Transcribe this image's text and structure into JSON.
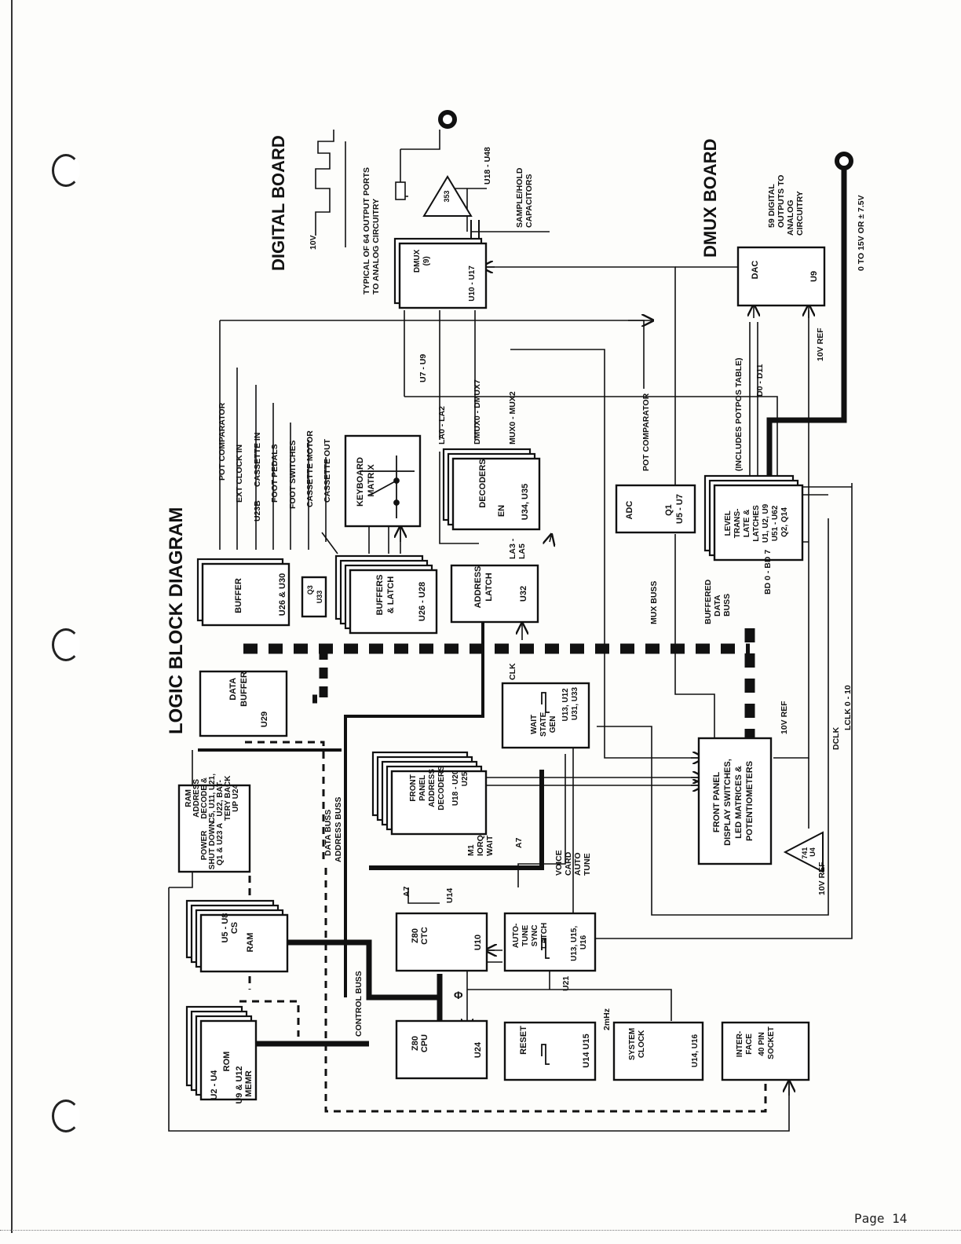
{
  "page_number": "Page 14",
  "titles": {
    "logic": "LOGIC BLOCK DIAGRAM",
    "digital": "DIGITAL BOARD",
    "dmux": "DMUX BOARD"
  },
  "blocks": {
    "rom": [
      "U2 - U4",
      "ROM",
      "U9 & U12",
      "MEMR"
    ],
    "ram": [
      "U5 - U8",
      "CS",
      "RAM"
    ],
    "ram_decode": [
      "RAM",
      "ADDRESS",
      "DECODE &",
      "C5, U11, U21,",
      "U22, BAT-",
      "TERY BACK",
      "UP U24",
      "POWER",
      "SHUT DOWN",
      "Q1 & U23 A"
    ],
    "data_buffer": [
      "DATA",
      "BUFFER",
      "U29"
    ],
    "buffer": [
      "BUFFER",
      "U26 & U30"
    ],
    "q3": [
      "Q3",
      "U33"
    ],
    "buffers_latch": [
      "BUFFERS",
      "& LATCH",
      "U26 - U28"
    ],
    "keyboard": [
      "KEYBOARD",
      "MATRIX"
    ],
    "address_latch": [
      "ADDRESS",
      "LATCH",
      "U32"
    ],
    "decoders": [
      "DECODERS",
      "EN",
      "U34, U35"
    ],
    "fp_decoders": [
      "FRONT",
      "PANEL",
      "ADDRESS",
      "DECODERS",
      "U18 - U20",
      "U25"
    ],
    "wait_state": [
      "WAIT",
      "STATE",
      "GEN",
      "U13, U12",
      "U31, U33"
    ],
    "adc": [
      "ADC",
      "Q1",
      "U5 - U7"
    ],
    "level_trans": [
      "LEVEL",
      "TRANS-",
      "LATE &",
      "LATCHES",
      "U1, U2, U9",
      "U51 - U62",
      "Q2, Q14"
    ],
    "dac": [
      "DAC",
      "U9"
    ],
    "dmux": [
      "DMUX",
      "(9)",
      "U10 - U17"
    ],
    "fp_display": [
      "FRONT PANEL",
      "DISPLAY SWITCHES,",
      "LED MATRICES &",
      "POTENTIOMETERS"
    ],
    "ctc": [
      "Z80",
      "CTC",
      "U10"
    ],
    "cpu": [
      "Z80",
      "CPU",
      "U24"
    ],
    "autotune": [
      "AUTO-",
      "TUNE",
      "SYNC",
      "LATCH",
      "U13, U15,",
      "U16"
    ],
    "reset": [
      "RESET",
      "U14 U15"
    ],
    "sys_clock": [
      "SYSTEM",
      "CLOCK",
      "U14, U16"
    ],
    "interface": [
      "INTER-",
      "FACE",
      "40 PIN",
      "SOCKET"
    ],
    "opamp741": [
      "741",
      "U4"
    ],
    "opamp353": "353"
  },
  "signals": {
    "pot_comparator": "POT COMPARATOR",
    "ext_clock": "EXT CLOCK IN",
    "u23b": "U23B",
    "cassette_in": "CASSETTE IN",
    "foot_pedals": "FOOT PEDALS",
    "foot_switches": "FOOT SWITCHES",
    "cassette_motor": "CASSETTE MOTOR",
    "cassette_out": "CASSETTE OUT",
    "la0_la2": "LA0 - LA2",
    "u7_u9": "U7 - U9",
    "dmux0_7": "DMUX0 - DMUX7",
    "mux0_2": "MUX0 - MUX2",
    "la3_la5": [
      "LA3 -",
      "LA5"
    ],
    "pot_comp2": "POT COMPARATOR",
    "includes_potpos": "(INCLUDES POTPOS TABLE)",
    "d0_d11": "D0 - D11",
    "ref10v_1": "10V REF",
    "ref10v_2": "10V REF",
    "ref10v_3": "10V REF",
    "mux_buss": "MUX BUSS",
    "buffered_data_buss": [
      "BUFFERED",
      "DATA",
      "BUSS"
    ],
    "bd": "BD 0 - BD 7",
    "dclk": "DCLK",
    "lclk": "LCLK  0 - 10",
    "clk": "CLK",
    "a7_1": "A7",
    "a7_2": "A7",
    "m1": [
      "M1",
      "IORQ",
      "WAIT"
    ],
    "data_buss": "DATA BUSS",
    "address_buss": "ADDRESS BUSS",
    "control_buss": "CONTROL BUSS",
    "voice_card": [
      "VOICE",
      "CARD",
      "AUTO",
      "TUNE"
    ],
    "phi": "Φ",
    "u14": "U14",
    "u21": "U21",
    "mhz2": "2mHz",
    "u18_u48": "U18 - U48",
    "sample_hold": [
      "SAMPLE/HOLD",
      "CAPACITORS"
    ],
    "typical": [
      "TYPICAL OF 64 OUTPUT PORTS",
      "TO ANALOG CIRCUITRY"
    ],
    "v10": "10V",
    "outputs59": [
      "59 DIGITAL",
      "OUTPUTS TO",
      "ANALOG",
      "CIRCUITRY"
    ],
    "range": "0 TO 15V OR ± 7.5V"
  }
}
